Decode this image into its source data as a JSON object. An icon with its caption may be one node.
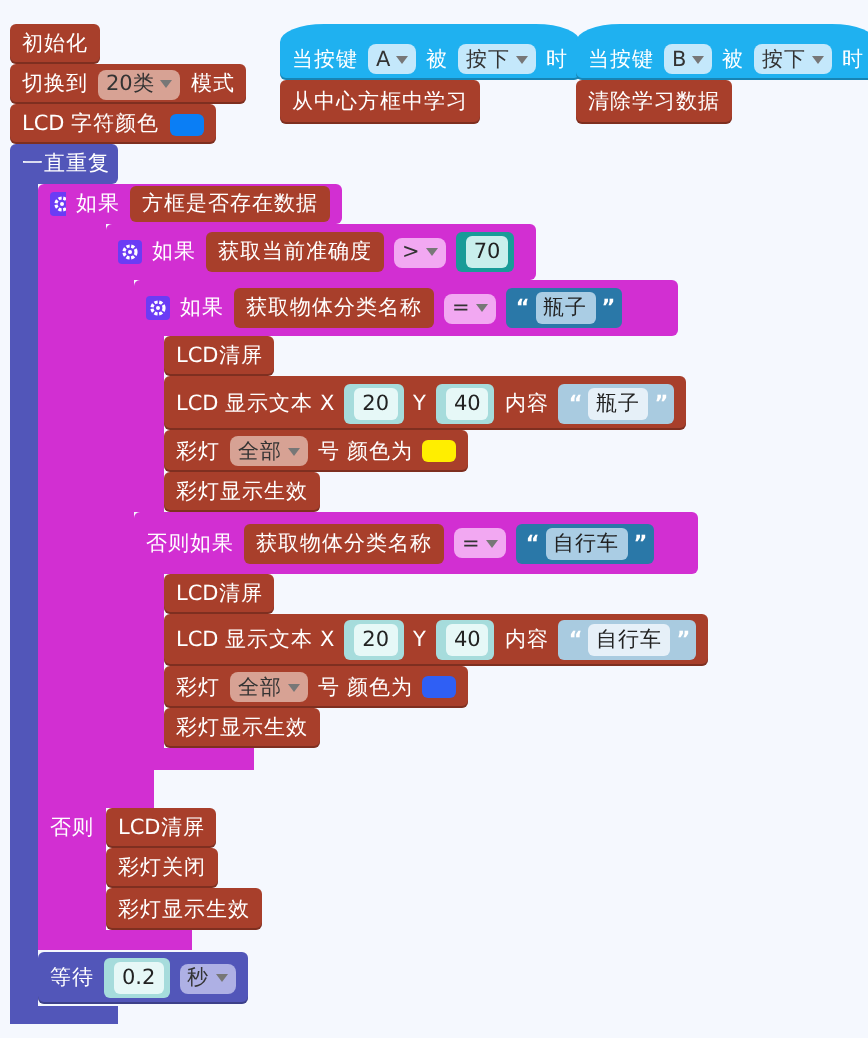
{
  "diagram": {
    "nodes": [
      {
        "text": [
          "初始化"
        ]
      },
      {
        "text": [
          "切换到",
          "模式"
        ]
      },
      {
        "text": [
          "20类"
        ],
        "in": 1
      },
      {
        "text": [
          "LCD 字符颜色"
        ]
      },
      {
        "text": [
          "一直重复"
        ]
      },
      {
        "text": [
          "如果"
        ]
      },
      {
        "text": [
          "方框是否存在数据"
        ],
        "in": 5
      },
      {
        "text": [
          "如果"
        ]
      },
      {
        "text": [
          "获取当前准确度"
        ],
        "in": 7
      },
      {
        "text": [
          ">"
        ],
        "in": 7
      },
      {
        "text": [
          "70"
        ],
        "in": 7
      },
      {
        "text": [
          "如果"
        ]
      },
      {
        "text": [
          "获取物体分类名称"
        ],
        "in": 11
      },
      {
        "text": [
          "="
        ],
        "in": 11
      },
      {
        "text": [
          "“",
          "瓶子",
          "”"
        ],
        "in": 11
      },
      {
        "text": [
          "LCD清屏"
        ]
      },
      {
        "text": [
          "LCD 显示文本 X",
          "Y",
          "内容"
        ]
      },
      {
        "text": [
          "20"
        ],
        "in": 16
      },
      {
        "text": [
          "40"
        ],
        "in": 16
      },
      {
        "text": [
          "“",
          "瓶子",
          "”"
        ],
        "in": 16
      },
      {
        "text": [
          "彩灯",
          "号 颜色为"
        ]
      },
      {
        "text": [
          "全部"
        ],
        "in": 20
      },
      {
        "text": [
          "彩灯显示生效"
        ]
      },
      {
        "text": [
          "否则如果"
        ]
      },
      {
        "text": [
          "获取物体分类名称"
        ],
        "in": 23
      },
      {
        "text": [
          "="
        ],
        "in": 23
      },
      {
        "text": [
          "“",
          "自行车",
          "”"
        ],
        "in": 23
      },
      {
        "text": [
          "LCD清屏"
        ]
      },
      {
        "text": [
          "LCD 显示文本 X",
          "Y",
          "内容"
        ]
      },
      {
        "text": [
          "20"
        ],
        "in": 28
      },
      {
        "text": [
          "40"
        ],
        "in": 28
      },
      {
        "text": [
          "“",
          "自行车",
          "”"
        ],
        "in": 28
      },
      {
        "text": [
          "彩灯",
          "号 颜色为"
        ]
      },
      {
        "text": [
          "全部"
        ],
        "in": 32
      },
      {
        "text": [
          "彩灯显示生效"
        ]
      },
      {
        "text": [
          "否则"
        ]
      },
      {
        "text": [
          "LCD清屏"
        ]
      },
      {
        "text": [
          "彩灯关闭"
        ]
      },
      {
        "text": [
          "彩灯显示生效"
        ]
      },
      {
        "text": [
          "等待"
        ]
      },
      {
        "text": [
          "0.2"
        ],
        "in": 39
      },
      {
        "text": [
          "秒"
        ],
        "in": 39
      },
      {
        "text": [
          "当按键",
          "被",
          "时"
        ]
      },
      {
        "text": [
          "A"
        ],
        "in": 42
      },
      {
        "text": [
          "按下"
        ],
        "in": 42
      },
      {
        "text": [
          "从中心方框中学习"
        ]
      },
      {
        "text": [
          "当按键",
          "被",
          "时"
        ]
      },
      {
        "text": [
          "B"
        ],
        "in": 46
      },
      {
        "text": [
          "按下"
        ],
        "in": 46
      },
      {
        "text": [
          "清除学习数据"
        ]
      }
    ]
  }
}
